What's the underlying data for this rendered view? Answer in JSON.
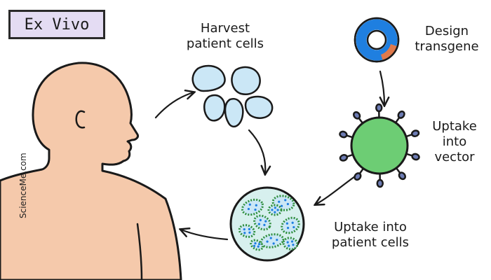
{
  "title": "Ex Vivo",
  "credit": "ScienceMe.com",
  "steps": {
    "harvest": [
      "Harvest",
      "patient cells"
    ],
    "design": [
      "Design",
      "transgene"
    ],
    "vector": [
      "Uptake",
      "into",
      "vector"
    ],
    "uptake_cells": [
      "Uptake into",
      "patient cells"
    ]
  },
  "colors": {
    "skin": "#f5c9ab",
    "title_bg": "#e4dcf3",
    "cell_fill": "#cbe7f6",
    "vector_green": "#6dcd74",
    "spike_purple": "#6d7cb4",
    "transgene_blue": "#1f7fe0",
    "transgene_orange": "#e07a4c"
  },
  "icons": {
    "transgene": "ring-chart-icon",
    "vector": "virus-icon",
    "cells": "cell-cluster-icon",
    "dish": "petri-dish-icon"
  }
}
